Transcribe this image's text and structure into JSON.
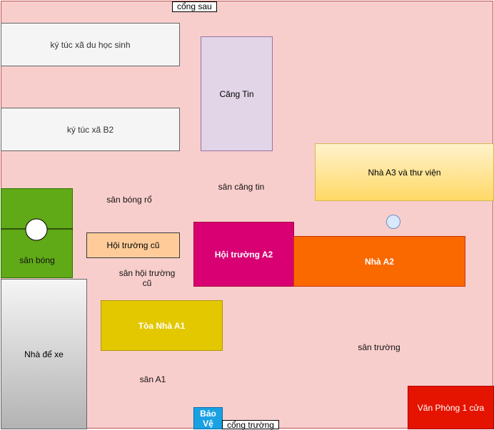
{
  "map": {
    "back_gate": "cổng sau",
    "main_gate": "cổng trường",
    "intl_dorm": "ký túc xã du học sinh",
    "dorm_b2": "ký túc xã B2",
    "canteen": "Căng Tin",
    "canteen_yard": "sân căng tin",
    "building_a3_library": "Nhà A3 và thư viện",
    "basketball_court": "sân bóng rổ",
    "football_field": "sân bóng",
    "old_hall": "Hội trường cũ",
    "old_hall_yard": "sân hội trường cũ",
    "hall_a2": "Hội trường A2",
    "building_a2": "Nhà A2",
    "parking": "Nhà để xe",
    "building_a1": "Tòa Nhà A1",
    "school_yard": "sân trường",
    "yard_a1": "sân A1",
    "guard_house": "Bảo Vệ",
    "one_stop_office": "Văn Phòng 1 cửa"
  },
  "colors": {
    "ground": "#f8cecc",
    "canteen": "#e1d5e7",
    "a3": "#fff2cc",
    "football": "#60a917",
    "old_hall": "#ffcc99",
    "hall_a2": "#d80073",
    "a2": "#fa6800",
    "a1": "#e3c800",
    "guard": "#1ba1e2",
    "office": "#e51400"
  }
}
